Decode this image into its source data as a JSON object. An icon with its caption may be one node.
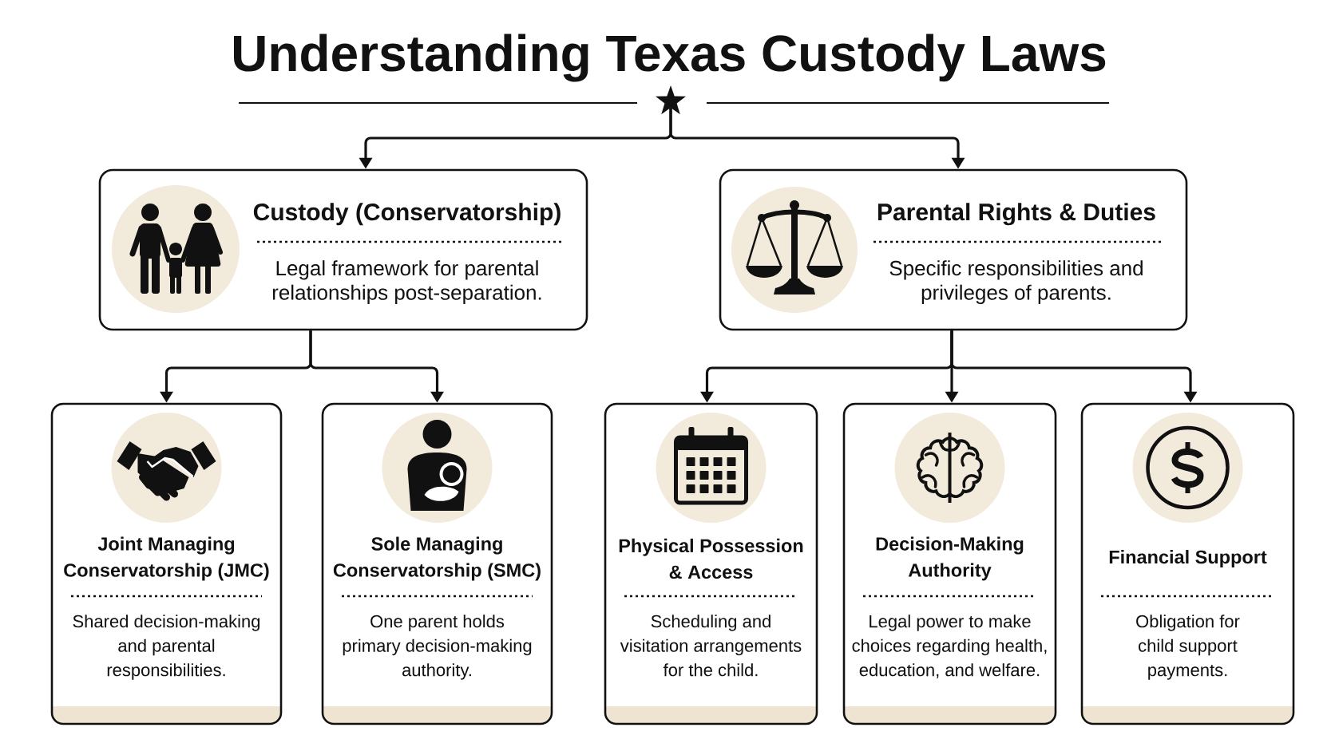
{
  "diagram": {
    "title": "Understanding Texas Custody Laws",
    "nodes": [
      {
        "text": [],
        "shape": "star"
      },
      {
        "text": [
          "Custody (Conservatorship)",
          "Legal framework for parental relationships post-separation."
        ]
      },
      {
        "text": [
          "Parental Rights & Duties",
          "Specific responsibilities and privileges of parents."
        ]
      },
      {
        "text": [
          "Joint Managing Conservatorship (JMC)",
          "Shared decision-making and parental responsibilities."
        ]
      },
      {
        "text": [
          "Sole Managing Conservatorship (SMC)",
          "One parent holds primary decision-making authority."
        ]
      },
      {
        "text": [
          "Physical Possession & Access",
          "Scheduling and visitation arrangements for the child."
        ]
      },
      {
        "text": [
          "Decision-Making Authority",
          "Legal power to make choices regarding health, education, and welfare."
        ]
      },
      {
        "text": [
          "Financial Support",
          "Obligation for child support payments."
        ]
      }
    ],
    "edges": [
      {
        "from": 0,
        "to": 1,
        "arrow": "to"
      },
      {
        "from": 0,
        "to": 2,
        "arrow": "to"
      },
      {
        "from": 1,
        "to": 3,
        "arrow": "to"
      },
      {
        "from": 1,
        "to": 4,
        "arrow": "to"
      },
      {
        "from": 2,
        "to": 5,
        "arrow": "to"
      },
      {
        "from": 2,
        "to": 6,
        "arrow": "to"
      },
      {
        "from": 2,
        "to": 7,
        "arrow": "to"
      }
    ]
  }
}
